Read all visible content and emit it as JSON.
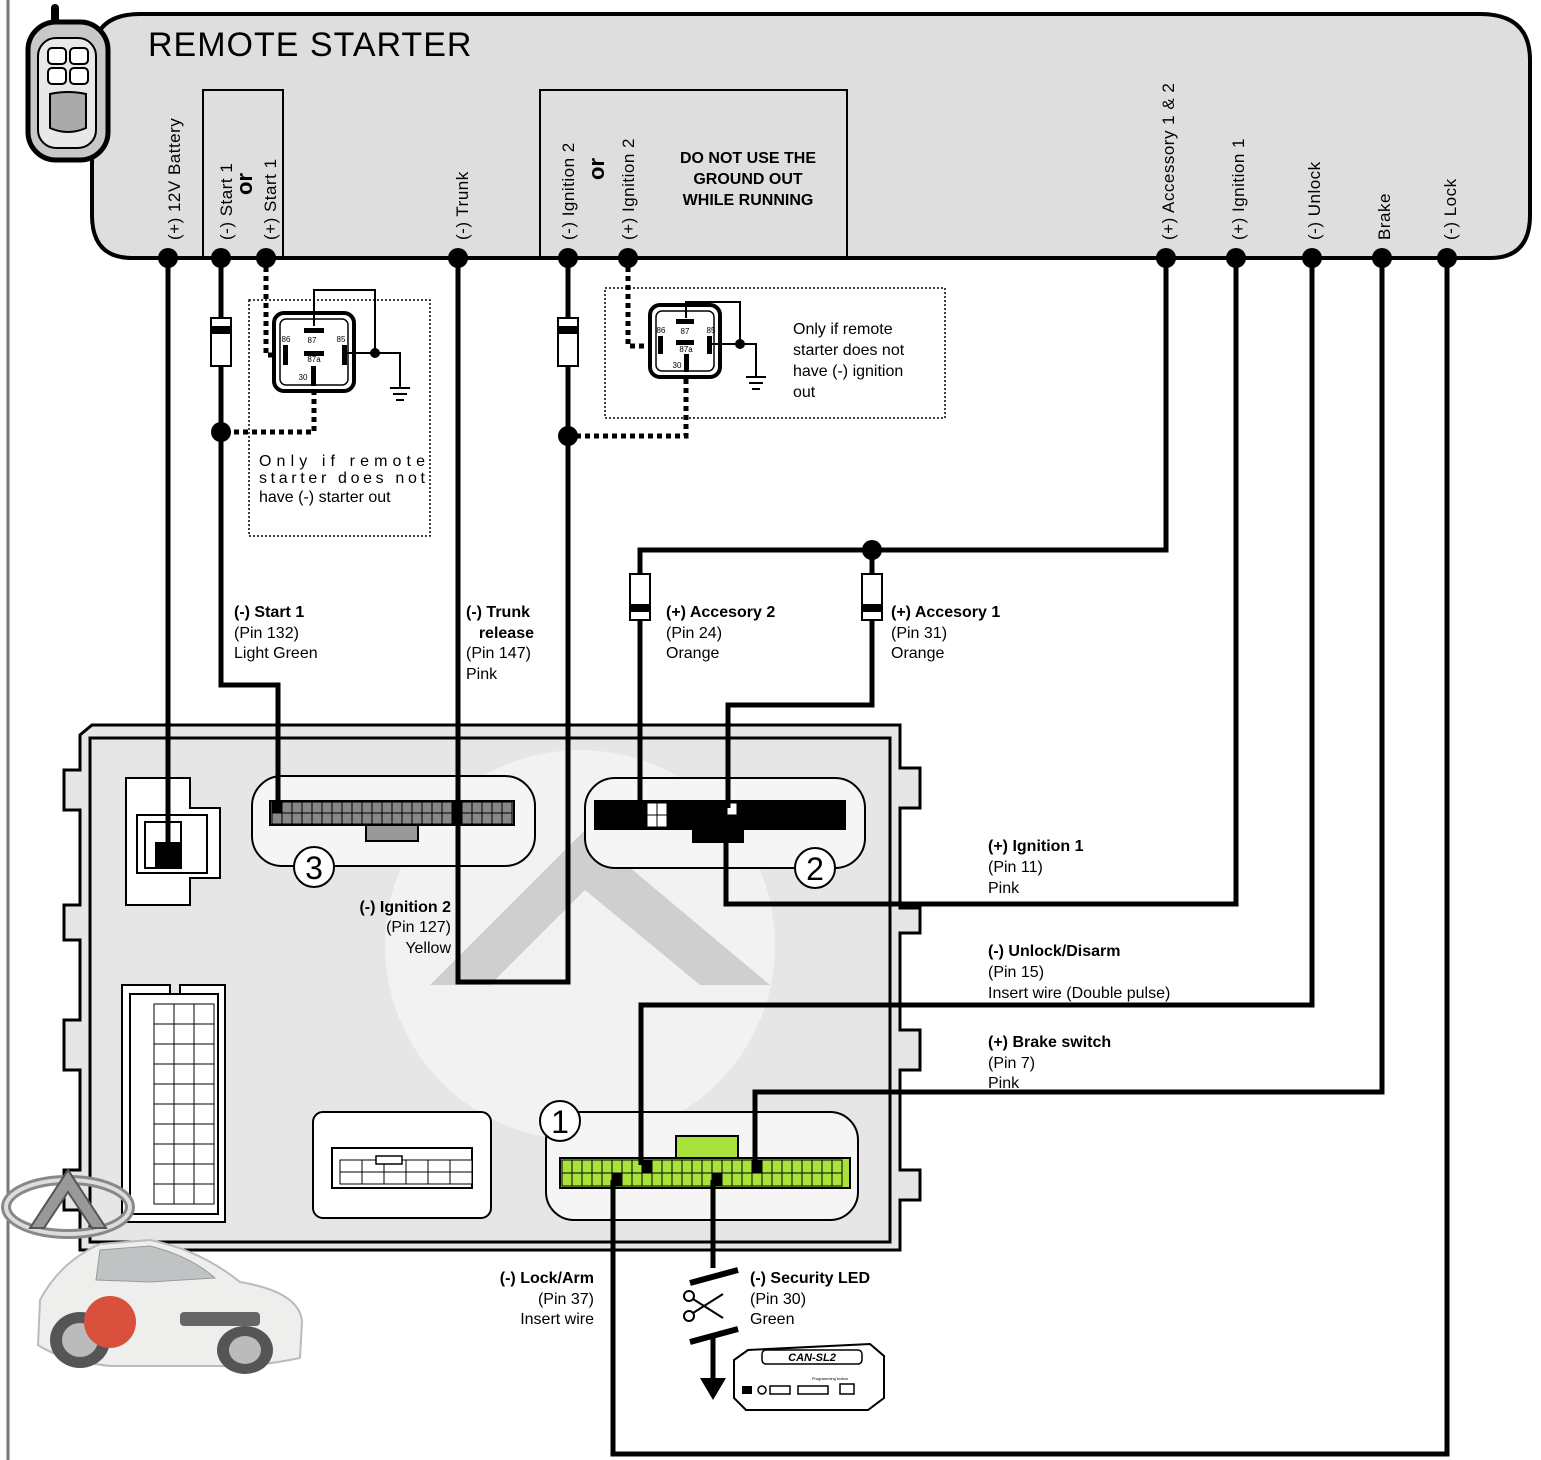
{
  "title": "REMOTE STARTER",
  "terminals": [
    {
      "id": "batt",
      "label": "(+) 12V Battery"
    },
    {
      "id": "start_neg",
      "label": "(-) Start 1"
    },
    {
      "id": "start_or",
      "label": "or"
    },
    {
      "id": "start_pos",
      "label": "(+) Start 1"
    },
    {
      "id": "trunk",
      "label": "(-) Trunk"
    },
    {
      "id": "ign2_neg",
      "label": "(-) Ignition 2"
    },
    {
      "id": "ign2_or",
      "label": "or"
    },
    {
      "id": "ign2_pos",
      "label": "(+) Ignition 2"
    },
    {
      "id": "acc12",
      "label": "(+) Accessory 1 & 2"
    },
    {
      "id": "ign1",
      "label": "(+) Ignition 1"
    },
    {
      "id": "unlock",
      "label": "(-) Unlock"
    },
    {
      "id": "brake",
      "label": "Brake"
    },
    {
      "id": "lock",
      "label": "(-) Lock"
    }
  ],
  "warning": [
    "DO NOT USE THE",
    "GROUND OUT",
    "WHILE RUNNING"
  ],
  "relay": {
    "p86": "86",
    "p87": "87",
    "p85": "85",
    "p87a": "87a",
    "p30": "30"
  },
  "relay_note_start": [
    "Only  if  remote",
    "starter  does  not",
    "have (-) starter out"
  ],
  "relay_note_ign": [
    "Only if remote",
    "starter does not",
    "have (-) ignition",
    "out"
  ],
  "wires": {
    "start1": {
      "name": "(-) Start 1",
      "pin": "(Pin 132)",
      "color": "Light Green"
    },
    "trunk": {
      "name1": "(-) Trunk",
      "name2": "release",
      "pin": "(Pin 147)",
      "color": "Pink"
    },
    "acc2": {
      "name": "(+) Accesory 2",
      "pin": "(Pin 24)",
      "color": "Orange"
    },
    "acc1": {
      "name": "(+) Accesory 1",
      "pin": "(Pin 31)",
      "color": "Orange"
    },
    "ign1": {
      "name": "(+) Ignition 1",
      "pin": "(Pin 11)",
      "color": "Pink"
    },
    "ign2": {
      "name": "(-) Ignition 2",
      "pin": "(Pin 127)",
      "color": "Yellow"
    },
    "unlock": {
      "name": "(-) Unlock/Disarm",
      "pin": "(Pin 15)",
      "color": "Insert wire (Double pulse)"
    },
    "brake": {
      "name": "(+) Brake switch",
      "pin": "(Pin 7)",
      "color": "Pink"
    },
    "lock": {
      "name": "(-) Lock/Arm",
      "pin": "(Pin 37)",
      "color": "Insert wire"
    },
    "led": {
      "name": "(-) Security LED",
      "pin": "(Pin 30)",
      "color": "Green"
    }
  },
  "connectors": {
    "c1": "1",
    "c2": "2",
    "c3": "3"
  },
  "module": {
    "brand": "CAN-SL2",
    "button": "Programming button"
  },
  "colors": {
    "connector1": "#a8e23a",
    "panel": "#e6e6e6",
    "remote": "#d9d9d9",
    "dot": "#d9503c"
  }
}
